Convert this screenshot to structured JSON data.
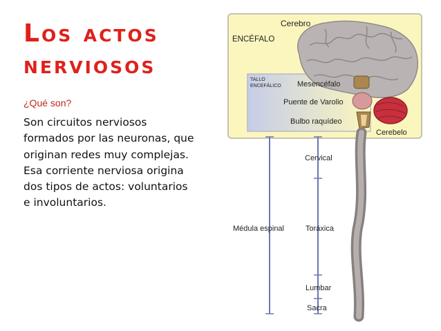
{
  "slide": {
    "title_line1": "Los actos",
    "title_line2": "nerviosos",
    "subtitle": "¿Qué son?",
    "body": "Son circuitos nerviosos formados por las neuronas, que originan redes muy complejas. Esa corriente nerviosa origina dos tipos de actos: voluntarios e involuntarios."
  },
  "diagram": {
    "labels": {
      "cerebro": "Cerebro",
      "encefalo": "ENCÉFALO",
      "tallo_line1": "TALLO",
      "tallo_line2": "ENCEFÁLICO",
      "mesencefalo": "Mesencéfalo",
      "puente": "Puente de Varolio",
      "bulbo": "Bulbo raquídeo",
      "cerebelo": "Cerebelo",
      "cervical": "Cervical",
      "medula": "Médula espinal",
      "toraxica": "Toráxica",
      "lumbar": "Lumbar",
      "sacra": "Sacra"
    },
    "colors": {
      "title": "#e0201b",
      "encefalo_bg": "#fbf6be",
      "brain": "#b9b4b3",
      "cerebelo": "#c8303e",
      "bracket": "#6a78b3"
    }
  }
}
